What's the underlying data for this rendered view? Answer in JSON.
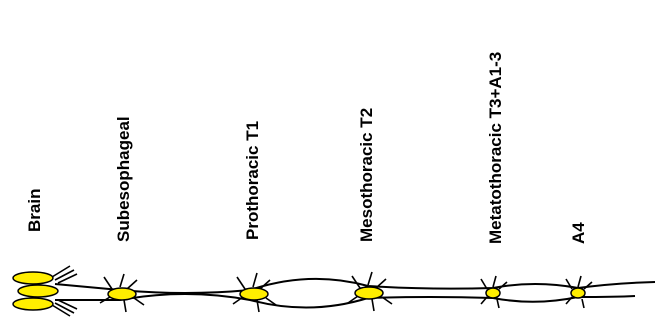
{
  "diagram": {
    "labels": [
      "Brain",
      "Subesophageal",
      "Prothoracic T1",
      "Mesothoracic T2",
      "Metatothoracic T3+A1-3",
      "A4"
    ]
  },
  "colors": {
    "ganglion_fill": "#ffee00",
    "outline": "#000000",
    "background": "#ffffff"
  }
}
